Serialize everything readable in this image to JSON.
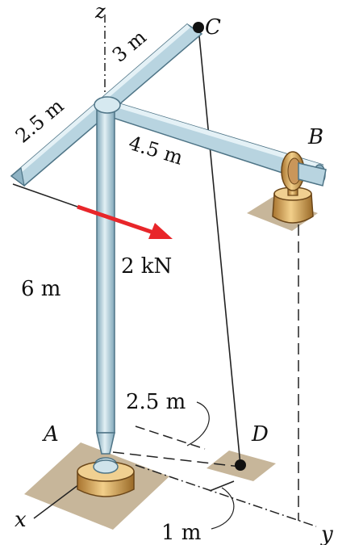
{
  "labels": {
    "z": "z",
    "x": "x",
    "y": "y",
    "A": "A",
    "B": "B",
    "C": "C",
    "D": "D"
  },
  "dimensions": {
    "dim_3m": "3 m",
    "dim_2_5m_arm": "2.5 m",
    "dim_4_5m": "4.5 m",
    "dim_6m": "6 m",
    "dim_2_5m_base": "2.5 m",
    "dim_1m": "1 m"
  },
  "force": {
    "label": "2 kN"
  },
  "colors": {
    "pipe": "#b8d4e0",
    "pipe_dark": "#6f98ab",
    "bearing": "#d9a85c",
    "bearing_dark": "#8a5e22",
    "ground_pad": "#c7b69a",
    "force_arrow": "#e8262a"
  }
}
